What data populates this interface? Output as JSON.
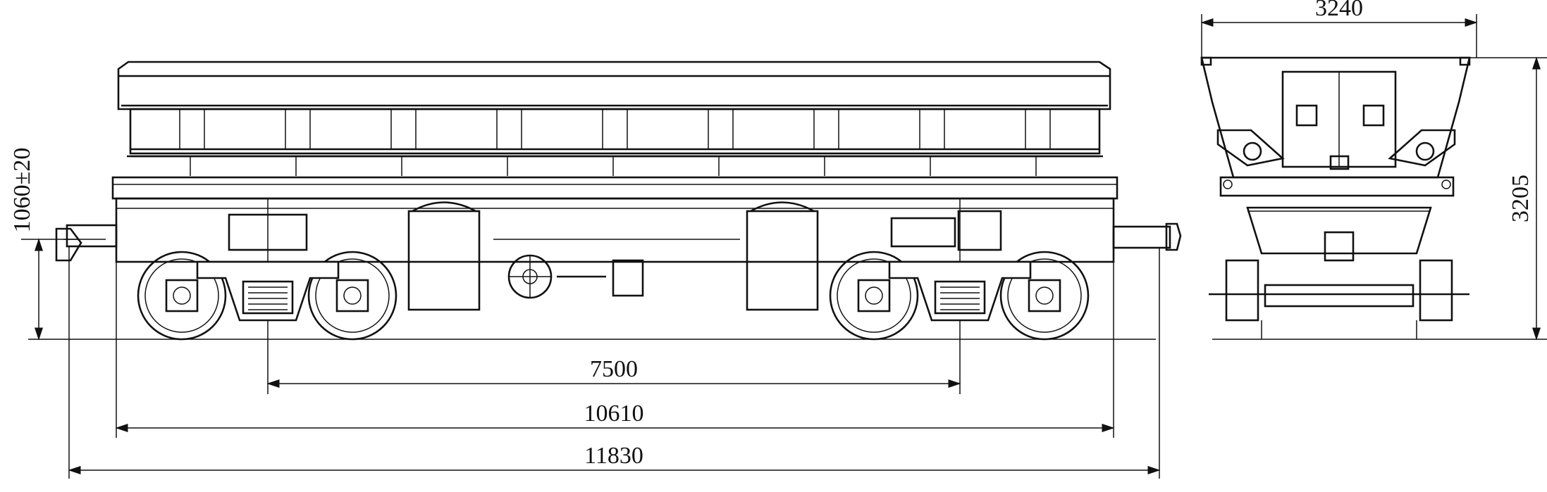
{
  "dimensions": {
    "bogie_centers": "7500",
    "length_over_frame": "10610",
    "length_over_couplers": "11830",
    "coupler_height": "1060±20",
    "width": "3240",
    "height": "3205"
  },
  "colors": {
    "ink": "#111111",
    "paper": "#ffffff"
  }
}
